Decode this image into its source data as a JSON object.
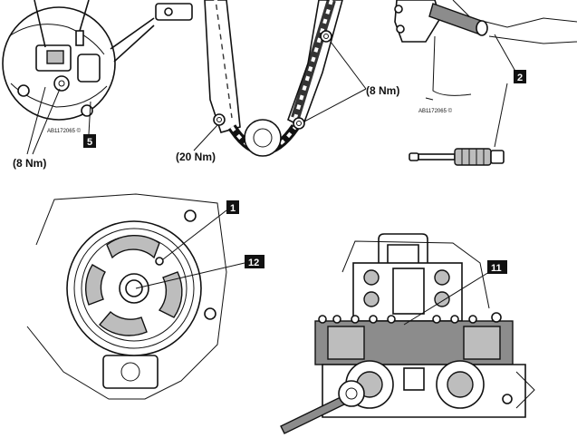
{
  "panels": {
    "top_left": {
      "torque": "(8 Nm)",
      "part": "5",
      "caption": "AB1172065 ©"
    },
    "top_middle": {
      "torque_left": "(20 Nm)",
      "torque_right": "(8 Nm)"
    },
    "top_right": {
      "part": "2",
      "caption": "AB1172065 ©"
    },
    "bottom_left": {
      "part_a": "1",
      "part_b": "12"
    },
    "bottom_right": {
      "part": "11"
    }
  },
  "colors": {
    "ink": "#111111",
    "badge": "#111111",
    "shade": "#bdbdbd"
  }
}
